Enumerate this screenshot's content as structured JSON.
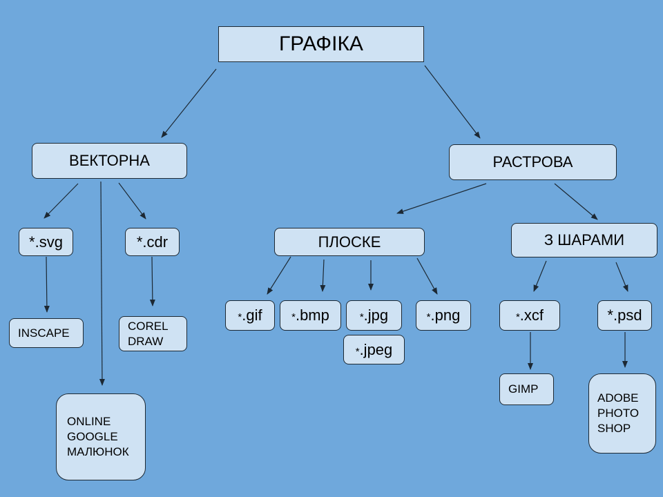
{
  "title": "ГРАФІКА",
  "vector": {
    "label": "ВЕКТОРНА",
    "svg_ext": "*.svg",
    "cdr_ext": "*.cdr",
    "inkscape": "INSCAPE",
    "corel": "COREL\nDRAW",
    "google": "ONLINE\nGOOGLE\nМАЛЮНОК"
  },
  "raster": {
    "label": "РАСТРОВА",
    "flat": {
      "label": "ПЛОСКЕ",
      "gif": ".gif",
      "bmp": ".bmp",
      "jpg": ".jpg",
      "jpeg": ".jpeg",
      "png": ".png"
    },
    "layered": {
      "label": "З ШАРАМИ",
      "xcf": ".xcf",
      "psd": "*.psd",
      "gimp": "GIMP",
      "photoshop": "ADOBE\nPHOTO\nSHOP"
    }
  },
  "colors": {
    "background": "#6fa8dc",
    "node_fill": "#cfe2f3",
    "border": "#1c2833"
  }
}
